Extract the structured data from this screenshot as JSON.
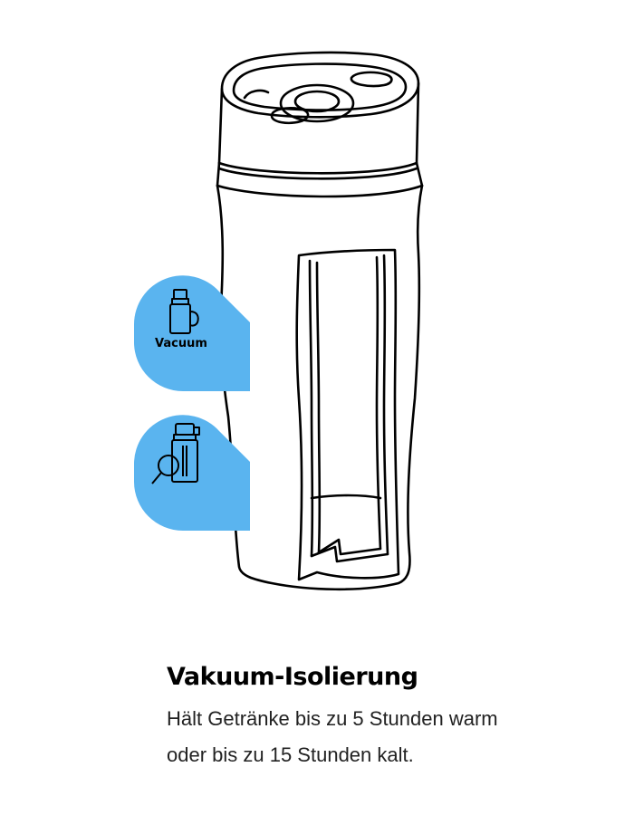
{
  "feature": {
    "title": "Vakuum-Isolierung",
    "description_lines": [
      "Hält Getränke bis zu 5 Stunden warm",
      "oder bis zu 15 Stunden kalt."
    ]
  },
  "badges": [
    {
      "icon": "thermos-mug-icon",
      "label": "Vacuum"
    },
    {
      "icon": "thermos-magnifier-icon",
      "label": ""
    }
  ],
  "colors": {
    "badge": "#5ab4ef",
    "line": "#000000",
    "background": "#ffffff"
  }
}
